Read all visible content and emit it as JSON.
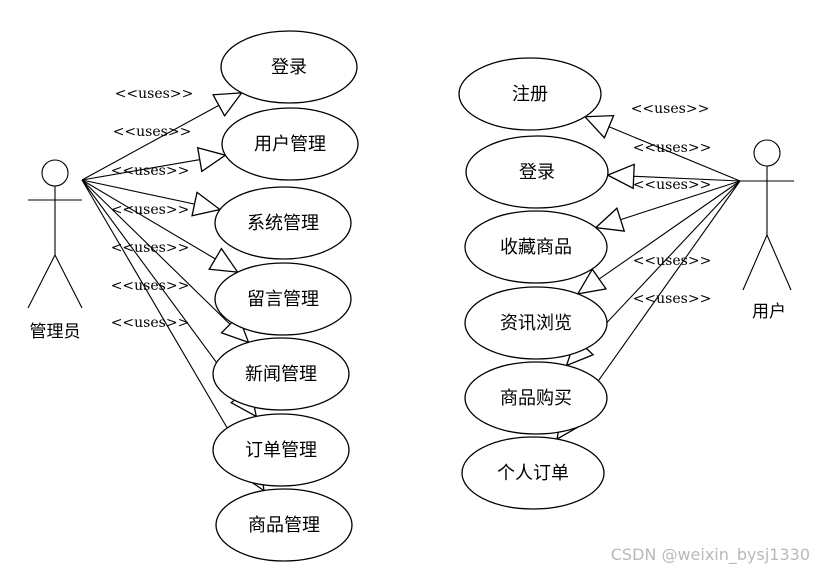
{
  "admin": {
    "label": "管理员",
    "use_cases": [
      "登录",
      "用户管理",
      "系统管理",
      "留言管理",
      "新闻管理",
      "订单管理",
      "商品管理"
    ]
  },
  "user": {
    "label": "用户",
    "use_cases": [
      "注册",
      "登录",
      "收藏商品",
      "资讯浏览",
      "商品购买",
      "个人订单"
    ]
  },
  "relation_label": "<<uses>>",
  "watermark": "CSDN @weixin_bysj1330"
}
